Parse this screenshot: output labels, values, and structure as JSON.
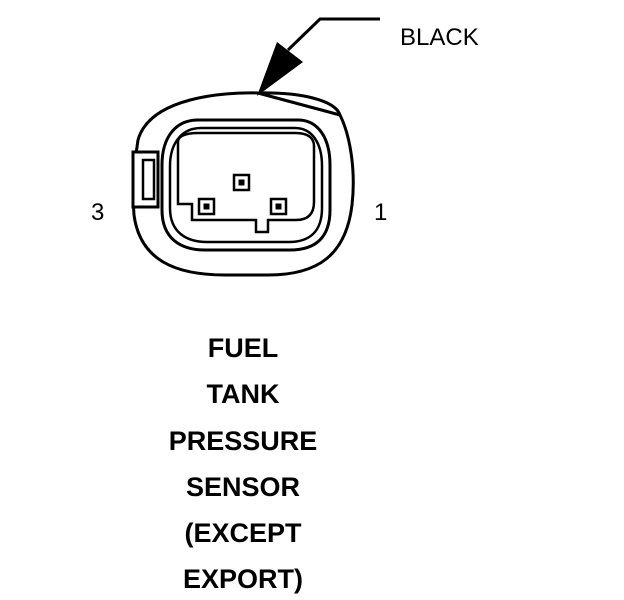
{
  "connector": {
    "color_label": "BLACK",
    "pin_left_label": "3",
    "pin_right_label": "1"
  },
  "title": {
    "lines": [
      "FUEL",
      "TANK",
      "PRESSURE",
      "SENSOR",
      "(EXCEPT",
      "EXPORT)"
    ]
  }
}
